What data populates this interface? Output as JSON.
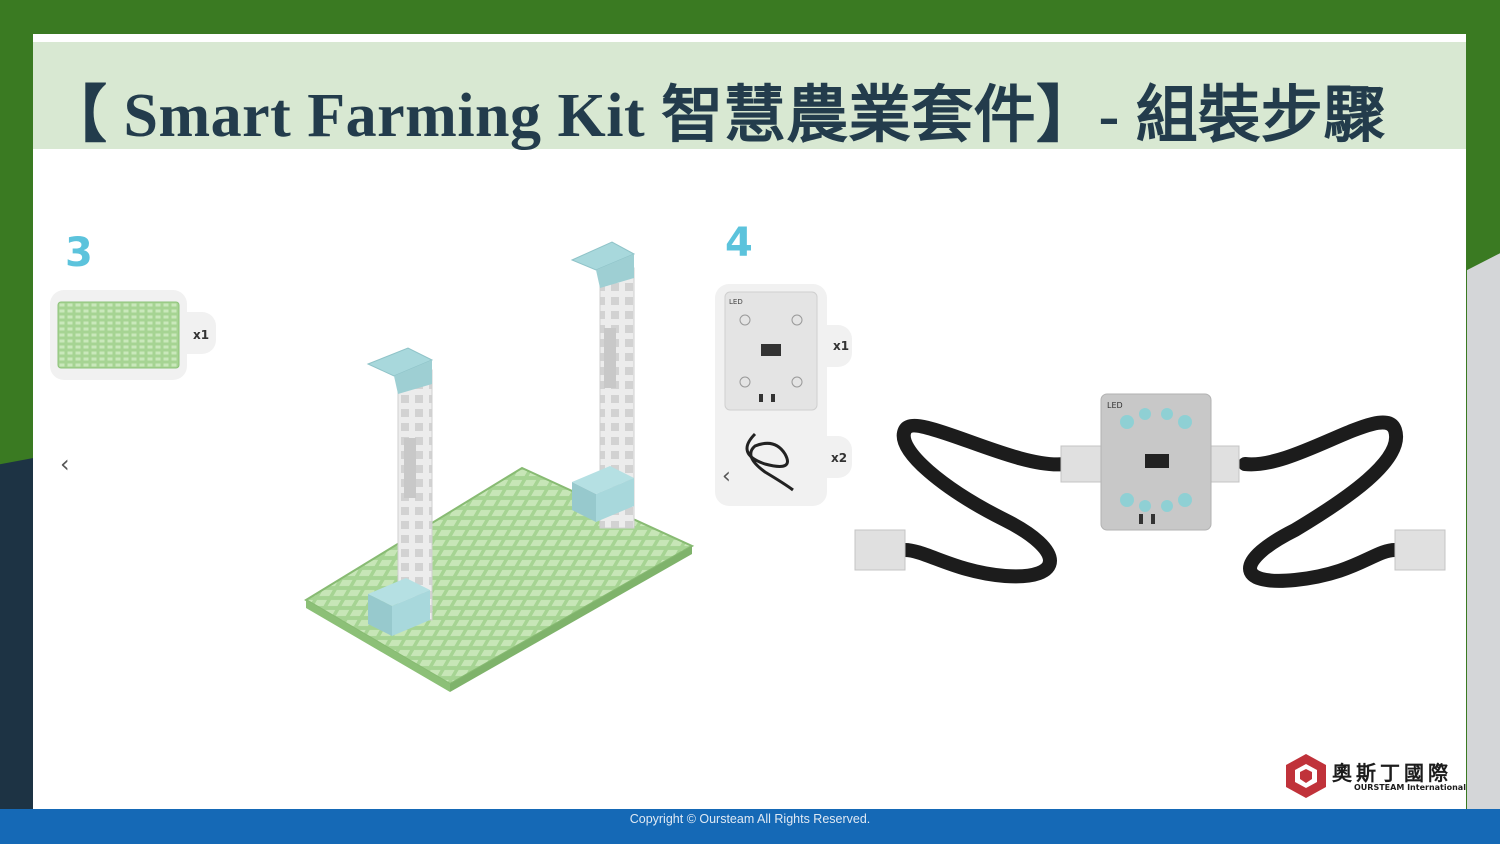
{
  "slide": {
    "title": "【 Smart Farming Kit 智慧農業套件】- 組裝步驟"
  },
  "step3": {
    "number": "3",
    "quantity": "x1"
  },
  "step4": {
    "number": "4",
    "items": [
      {
        "label": "LED",
        "quantity": "x1"
      },
      {
        "quantity": "x2"
      }
    ],
    "board_label": "LED"
  },
  "nav": {
    "prev_icon": "chevron-left-icon"
  },
  "footer": {
    "copyright": "Copyright © Oursteam All Rights Reserved."
  },
  "logo": {
    "name_cn": "奧斯丁國際",
    "name_en": "OURSTEAM International"
  },
  "colors": {
    "title_band": "#d8e8d2",
    "title_text": "#233c4c",
    "step_number": "#5cc3dc",
    "plate_green": "#a6d493",
    "connector_blue": "#a8d8dc",
    "footer_blue": "#1569b6",
    "logo_red": "#c0323a"
  }
}
